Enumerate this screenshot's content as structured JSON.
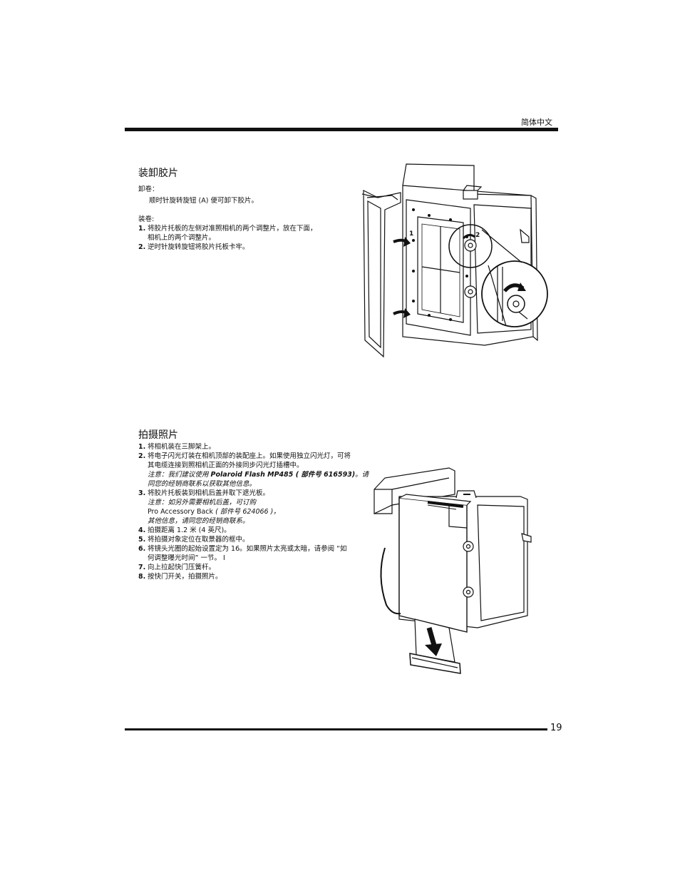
{
  "header": {
    "language": "简体中文"
  },
  "section1": {
    "title": "装卸胶片",
    "unload_label": "卸卷：",
    "unload_text": "顺时针旋转旋钮 (A) 便可卸下胶片。",
    "load_label": "装卷:",
    "steps": [
      {
        "num": "1.",
        "text": "将胶片托板的左侧对准照相机的两个调整片，放在下面，",
        "cont": "相机上的两个调整片。"
      },
      {
        "num": "2.",
        "text": "逆时针旋转旋钮将胶片托板卡牢。"
      }
    ],
    "figure_labels": [
      "1",
      "2"
    ]
  },
  "section2": {
    "title": "拍摄照片",
    "steps": [
      {
        "num": "1.",
        "lines": [
          "将相机装在三脚架上。"
        ]
      },
      {
        "num": "2.",
        "lines": [
          "将电子闪光灯装在相机顶部的装配座上。如果使用独立闪光灯，可将",
          "其电缆连接到照相机正面的外接同步闪光灯插槽中。"
        ],
        "note_pre": "注意：我们建议使用 ",
        "note_bold": "Polaroid Flash  MP485 ( 部件号 616593)",
        "note_post": "。请",
        "note_line2": "同您的经销商联系以获取其他信息。"
      },
      {
        "num": "3.",
        "lines": [
          "将胶片托板装到相机后盖并取下遮光板。"
        ],
        "note_l1": "注意：如另外需要相机后盖，可订购",
        "note_l2_plain": "Pro Accessory Back",
        "note_l2_italic": " ( 部件号 624066 )，",
        "note_l3": "其他信息，请同您的经销商联系。"
      },
      {
        "num": "4.",
        "lines": [
          "拍摄距离 1.2 米 (4 英尺)。"
        ]
      },
      {
        "num": "5.",
        "lines": [
          "将拍摄对象定位在取景器的框中。"
        ]
      },
      {
        "num": "6.",
        "lines": [
          "将镜头光圈的起始设置定为 16。如果照片太亮或太暗，请参阅 “如",
          "何调整曝光时间” 一节。 I"
        ]
      },
      {
        "num": "7.",
        "lines": [
          "向上拉起快门压簧杆。"
        ]
      },
      {
        "num": "8.",
        "lines": [
          "按快门开关，拍摄照片。"
        ]
      }
    ]
  },
  "footer": {
    "page_number": "19"
  }
}
